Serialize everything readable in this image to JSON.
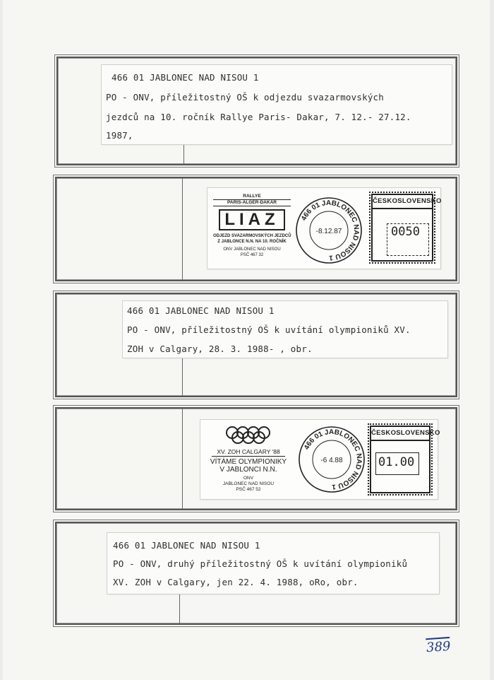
{
  "entries": [
    {
      "line1": "466 01 JABLONEC NAD NISOU 1",
      "line2": "PO - ONV, příležitostný OŠ k odjezdu svazarmovských",
      "line3": "jezdců na 10. ročník Rallye Paris- Dakar, 7. 12.- 27.12.",
      "line4": "1987,"
    },
    {
      "line1": "466 01 JABLONEC NAD NISOU 1",
      "line2": "PO - ONV, příležitostný OŠ k uvítání olympioniků XV.",
      "line3": "ZOH v Calgary, 28. 3. 1988-          , obr."
    },
    {
      "line1": "466 01 JABLONEC NAD NISOU 1",
      "line2": "PO - ONV, druhý příležitostný OŠ k uvítání olympioniků",
      "line3": "XV. ZOH v Calgary, jen 22. 4. 1988, oRo, obr."
    }
  ],
  "meter1": {
    "slogan_top1": "RALLYE",
    "slogan_top2": "PARIS-ALGER-DAKAR",
    "slogan_big": "LIAZ",
    "slogan_b1": "ODJEZD SVAZARMOVSKÝCH JEZDCŮ",
    "slogan_b2": "Z JABLONCE N.N. NA 10. ROČNÍK",
    "sender1": "ONV JABLONEC NAD NISOU",
    "sender2": "PSČ 467 32",
    "postmark_ring": "466 01 JABLONEC NAD NISOU 1",
    "postmark_date": "-8.12.87",
    "country": "ČESKOSLOVENSKO",
    "value": "0050"
  },
  "meter2": {
    "slogan_event": "XV. ZOH CALGARY '88",
    "slogan_l1": "VÍTÁME OLYMPIONIKY",
    "slogan_l2": "V JABLONCI N.N.",
    "sender1": "ONV",
    "sender2": "JABLONEC NAD NISOU",
    "sender3": "PSČ 467 52",
    "postmark_ring": "466 01 JABLONEC NAD NISOU 1",
    "postmark_date": "-6 4.88",
    "country": "ČESKOSLOVENSKO",
    "value": "01.00"
  },
  "page_number": "389"
}
